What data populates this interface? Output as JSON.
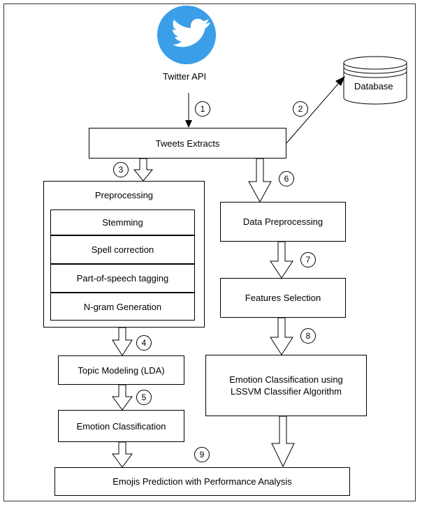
{
  "source": {
    "label": "Twitter API"
  },
  "database": {
    "label": "Database"
  },
  "tweets_extracts": {
    "label": "Tweets Extracts"
  },
  "preprocessing": {
    "title": "Preprocessing",
    "steps": [
      "Stemming",
      "Spell correction",
      "Part-of-speech tagging",
      "N-gram Generation"
    ]
  },
  "topic_modeling": {
    "label": "Topic Modeling (LDA)"
  },
  "emotion_classification": {
    "label": "Emotion Classification"
  },
  "data_preprocessing": {
    "label": "Data Preprocessing"
  },
  "features_selection": {
    "label": "Features Selection"
  },
  "lssvm": {
    "label": "Emotion Classification using\nLSSVM Classifier Algorithm"
  },
  "prediction": {
    "label": "Emojis Prediction with Performance Analysis"
  },
  "step_numbers": [
    "1",
    "2",
    "3",
    "4",
    "5",
    "6",
    "7",
    "8",
    "9"
  ],
  "colors": {
    "twitter_blue": "#3a9ee8",
    "stroke": "#000000"
  }
}
